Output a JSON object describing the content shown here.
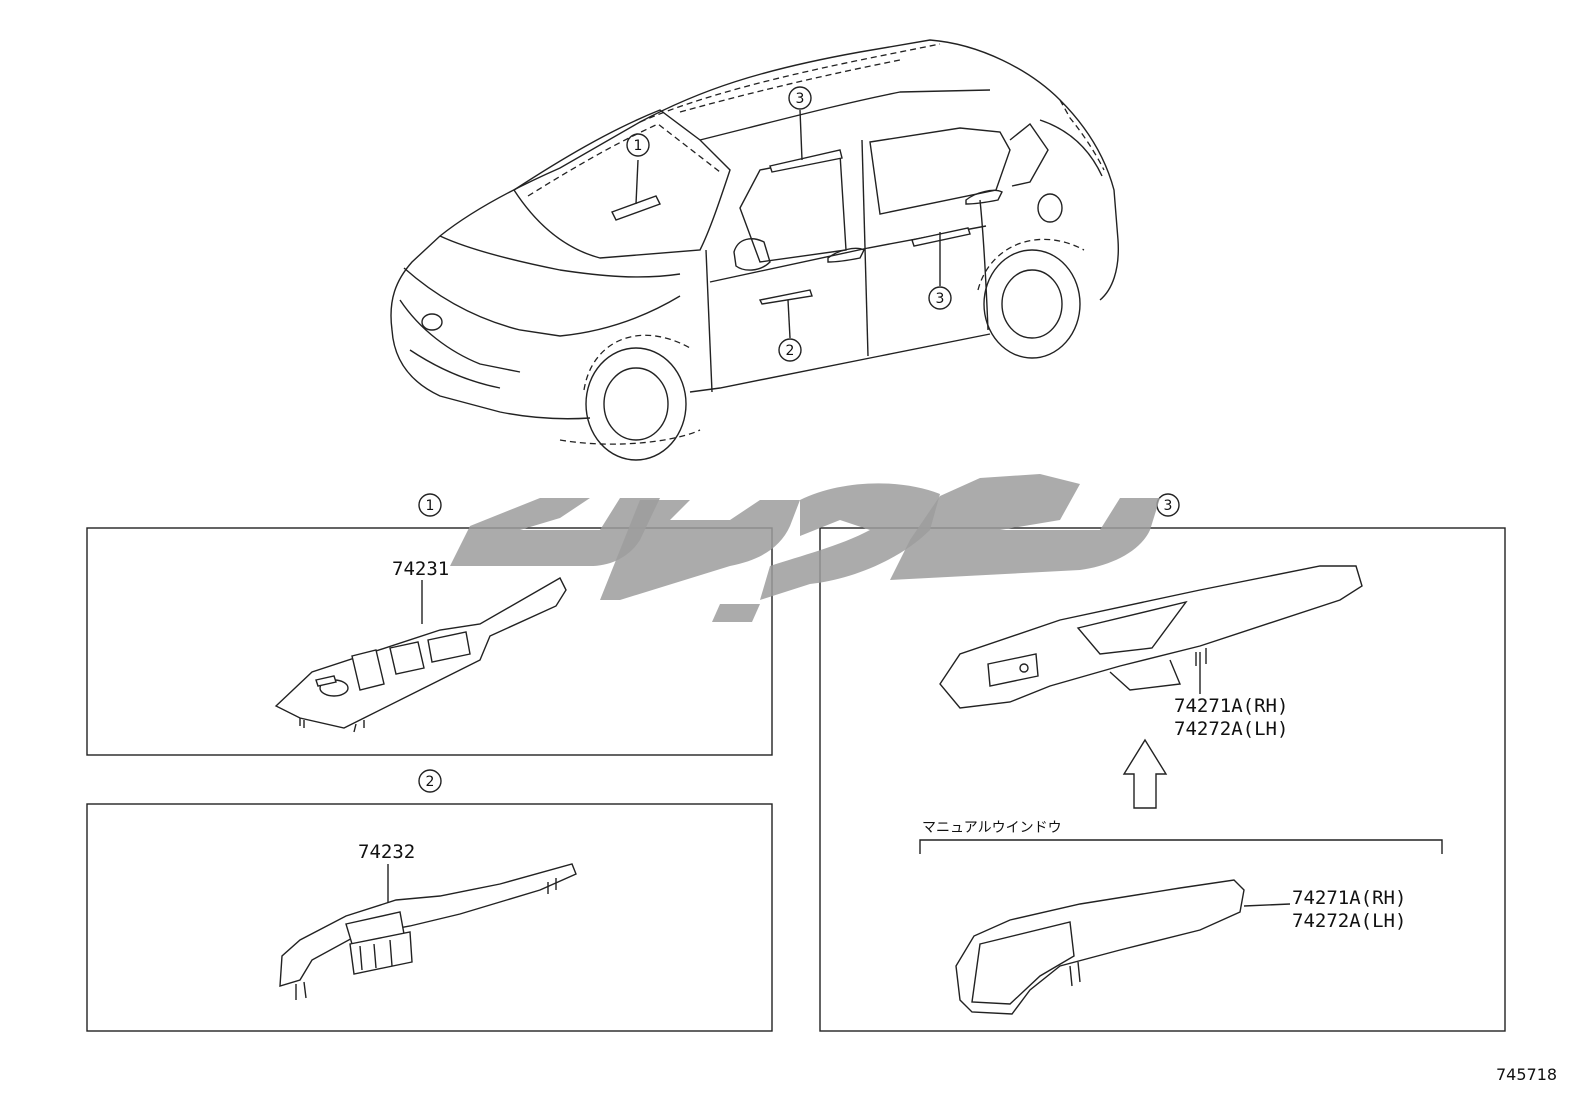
{
  "diagram": {
    "figure_code": "745718",
    "callouts": [
      "1",
      "2",
      "3"
    ],
    "panel1": {
      "index": "1",
      "part_number": "74231"
    },
    "panel2": {
      "index": "2",
      "part_number": "74232"
    },
    "panel3": {
      "index": "3",
      "upper_part_rh": "74271A(RH)",
      "upper_part_lh": "74272A(LH)",
      "variant_label": "マニュアルウインドウ",
      "lower_part_rh": "74271A(RH)",
      "lower_part_lh": "74272A(LH)"
    }
  },
  "colors": {
    "line": "#222222",
    "watermark": "#9c9c9c",
    "background": "#ffffff"
  },
  "icons": [
    "up-arrow-icon",
    "circled-number-icon"
  ]
}
